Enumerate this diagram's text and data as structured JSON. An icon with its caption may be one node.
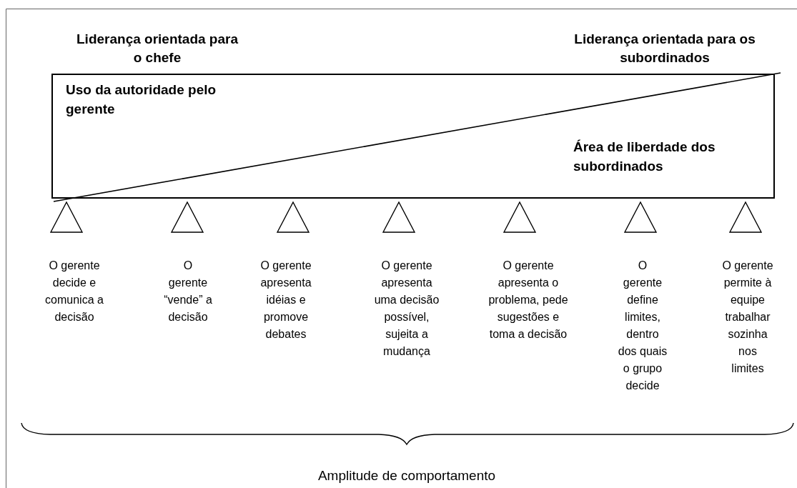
{
  "diagram": {
    "nodes": [
      {
        "text": [
          "Uso da autoridade pelo gerente",
          "Área de liberdade dos subordinados"
        ]
      }
    ],
    "labels": [
      "Liderança orientada para o chefe",
      "Liderança orientada para os subordinados",
      "O gerente decide e comunica a decisão",
      "O gerente “vende” a decisão",
      "O gerente apresenta idéias e promove debates",
      "O gerente apresenta uma decisão possível, sujeita a mudança",
      "O gerente apresenta o problema, pede sugestões e toma a decisão",
      "O gerente define limites, dentro dos quais o grupo decide",
      "O gerente permite à equipe trabalhar sozinha nos limites",
      "Amplitude de comportamento"
    ]
  }
}
